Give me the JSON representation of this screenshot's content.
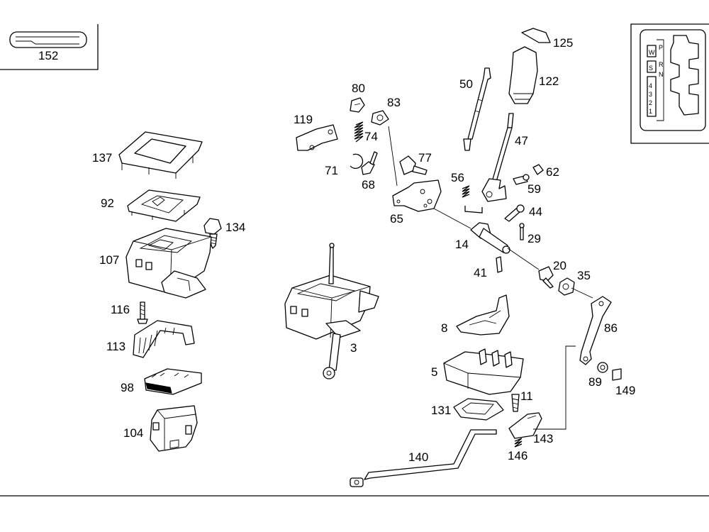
{
  "labels": {
    "p152": "152",
    "p125": "125",
    "p122": "122",
    "p50": "50",
    "p47": "47",
    "p80": "80",
    "p83": "83",
    "p119": "119",
    "p74": "74",
    "p71": "71",
    "p68": "68",
    "p77": "77",
    "p56": "56",
    "p62": "62",
    "p59": "59",
    "p44": "44",
    "p65": "65",
    "p14": "14",
    "p29": "29",
    "p41": "41",
    "p20": "20",
    "p35": "35",
    "p86": "86",
    "p89": "89",
    "p149": "149",
    "p137": "137",
    "p92": "92",
    "p134": "134",
    "p107": "107",
    "p116": "116",
    "p113": "113",
    "p98": "98",
    "p104": "104",
    "p3": "3",
    "p8": "8",
    "p5": "5",
    "p11": "11",
    "p131": "131",
    "p143": "143",
    "p146": "146",
    "p140": "140"
  },
  "gate": {
    "left": [
      "W",
      "S"
    ],
    "right": [
      "P",
      "R",
      "N",
      "4",
      "3",
      "2",
      "1"
    ]
  }
}
